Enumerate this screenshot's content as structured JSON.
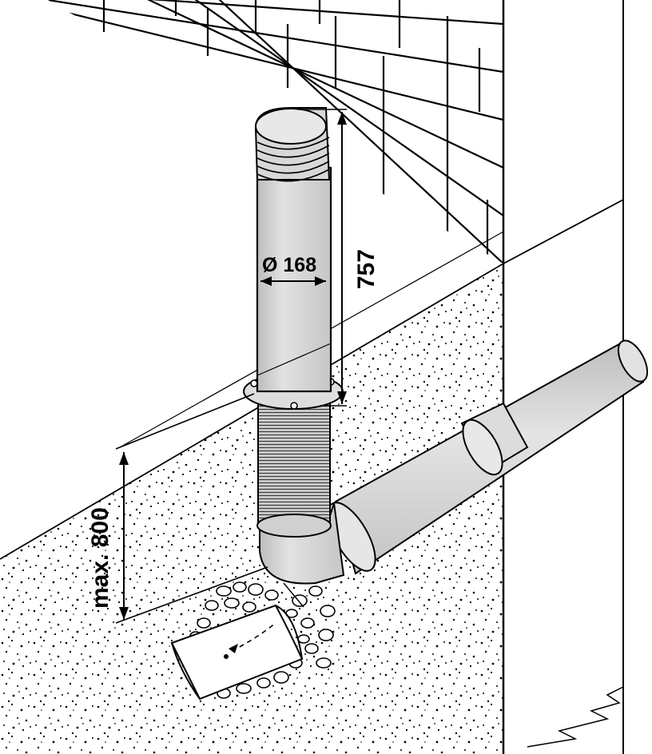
{
  "diagram": {
    "dimensions": {
      "diameter_label": "Ø 168",
      "height_label": "757",
      "depth_label": "max. 800"
    },
    "colors": {
      "line": "#000000",
      "pipe_fill": "#d4d4d4",
      "pipe_light": "#e6e6e6",
      "background": "#ffffff"
    }
  }
}
